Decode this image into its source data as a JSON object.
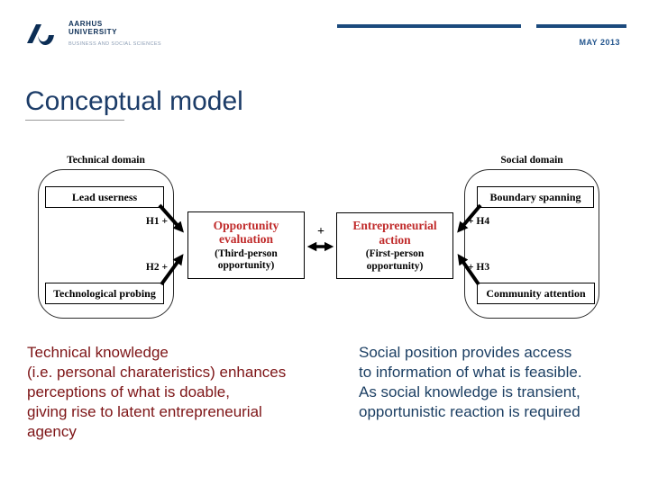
{
  "header": {
    "logo": {
      "org_line1": "AARHUS",
      "org_line2": "UNIVERSITY",
      "subtitle": "BUSINESS AND SOCIAL SCIENCES"
    },
    "date": "MAY 2013"
  },
  "title": "Conceptual model",
  "diagram": {
    "technical_domain": {
      "label": "Technical domain",
      "boxes": [
        {
          "label": "Lead userness"
        },
        {
          "label": "Technological probing"
        }
      ]
    },
    "social_domain": {
      "label": "Social domain",
      "boxes": [
        {
          "label": "Boundary spanning"
        },
        {
          "label": "Community attention"
        }
      ]
    },
    "center_boxes": [
      {
        "title": "Opportunity\nevaluation",
        "subtitle": "(Third-person\nopportunity)"
      },
      {
        "title": "Entrepreneurial\naction",
        "subtitle": "(First-person\nopportunity)"
      }
    ],
    "hypotheses": {
      "h1": "H1 +",
      "h2": "H2 +",
      "h4": "+ H4",
      "h3": "+ H3",
      "center_plus": "+"
    }
  },
  "notes": {
    "left": "Technical knowledge\n(i.e. personal charateristics) enhances\nperceptions of what is doable,\ngiving rise to latent entrepreneurial\nagency",
    "right": "Social position provides access\nto information of what is feasible.\nAs social knowledge is transient,\nopportunistic reaction is required"
  },
  "colors": {
    "navy_title": "#1c3c68",
    "navy_bar": "#1b4a7d",
    "logo_navy": "#0b2d55",
    "logo_gray": "#8a9cb4",
    "red_box_title": "#c02b2b",
    "note_red": "#7d1416",
    "note_navy": "#1c3f63"
  }
}
